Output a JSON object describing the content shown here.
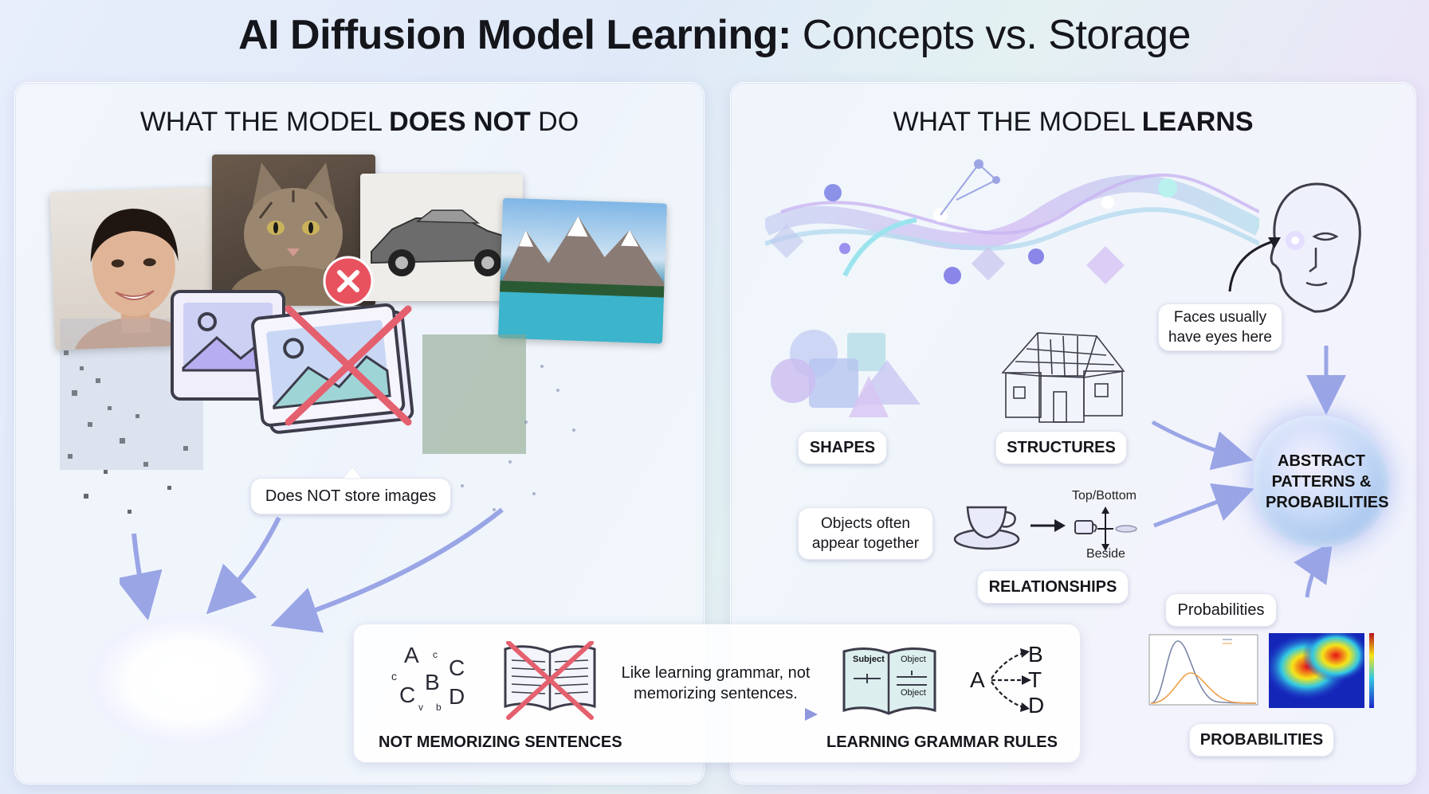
{
  "title": {
    "bold": "AI Diffusion Model Learning:",
    "light": "Concepts vs. Storage"
  },
  "left_panel": {
    "heading_pre": "WHAT THE MODEL ",
    "heading_bold": "DOES NOT",
    "heading_post": " DO",
    "callout": "Does NOT store images"
  },
  "right_panel": {
    "heading_pre": "WHAT THE MODEL ",
    "heading_bold": "LEARNS",
    "faces_callout": "Faces usually have eyes here",
    "shapes_label": "SHAPES",
    "structures_label": "STRUCTURES",
    "objects_callout": "Objects often appear together",
    "top_bottom": "Top/Bottom",
    "beside": "Beside",
    "relationships_label": "RELATIONSHIPS",
    "abstract_label": "ABSTRACT PATTERNS & PROBABILITIES",
    "probabilities_callout": "Probabilities",
    "probabilities_label": "PROBABILITIES"
  },
  "bottom": {
    "analogy": "Like learning grammar, not memorizing sentences.",
    "not_memorizing": "NOT MEMORIZING SENTENCES",
    "grammar_rules": "LEARNING GRAMMAR RULES",
    "letters_scatter": [
      "A",
      "C",
      "B",
      "C",
      "D",
      "c",
      "c",
      "v",
      "b"
    ],
    "book_subject": "Subject",
    "book_object_top": "Object",
    "book_object_bottom": "Object",
    "rule_from": "A",
    "rule_to": [
      "B",
      "T",
      "D"
    ]
  },
  "colors": {
    "cross_red": "#e4606e",
    "arrow_blue": "#9aa5e6",
    "accent_purple": "#b48cf0"
  }
}
